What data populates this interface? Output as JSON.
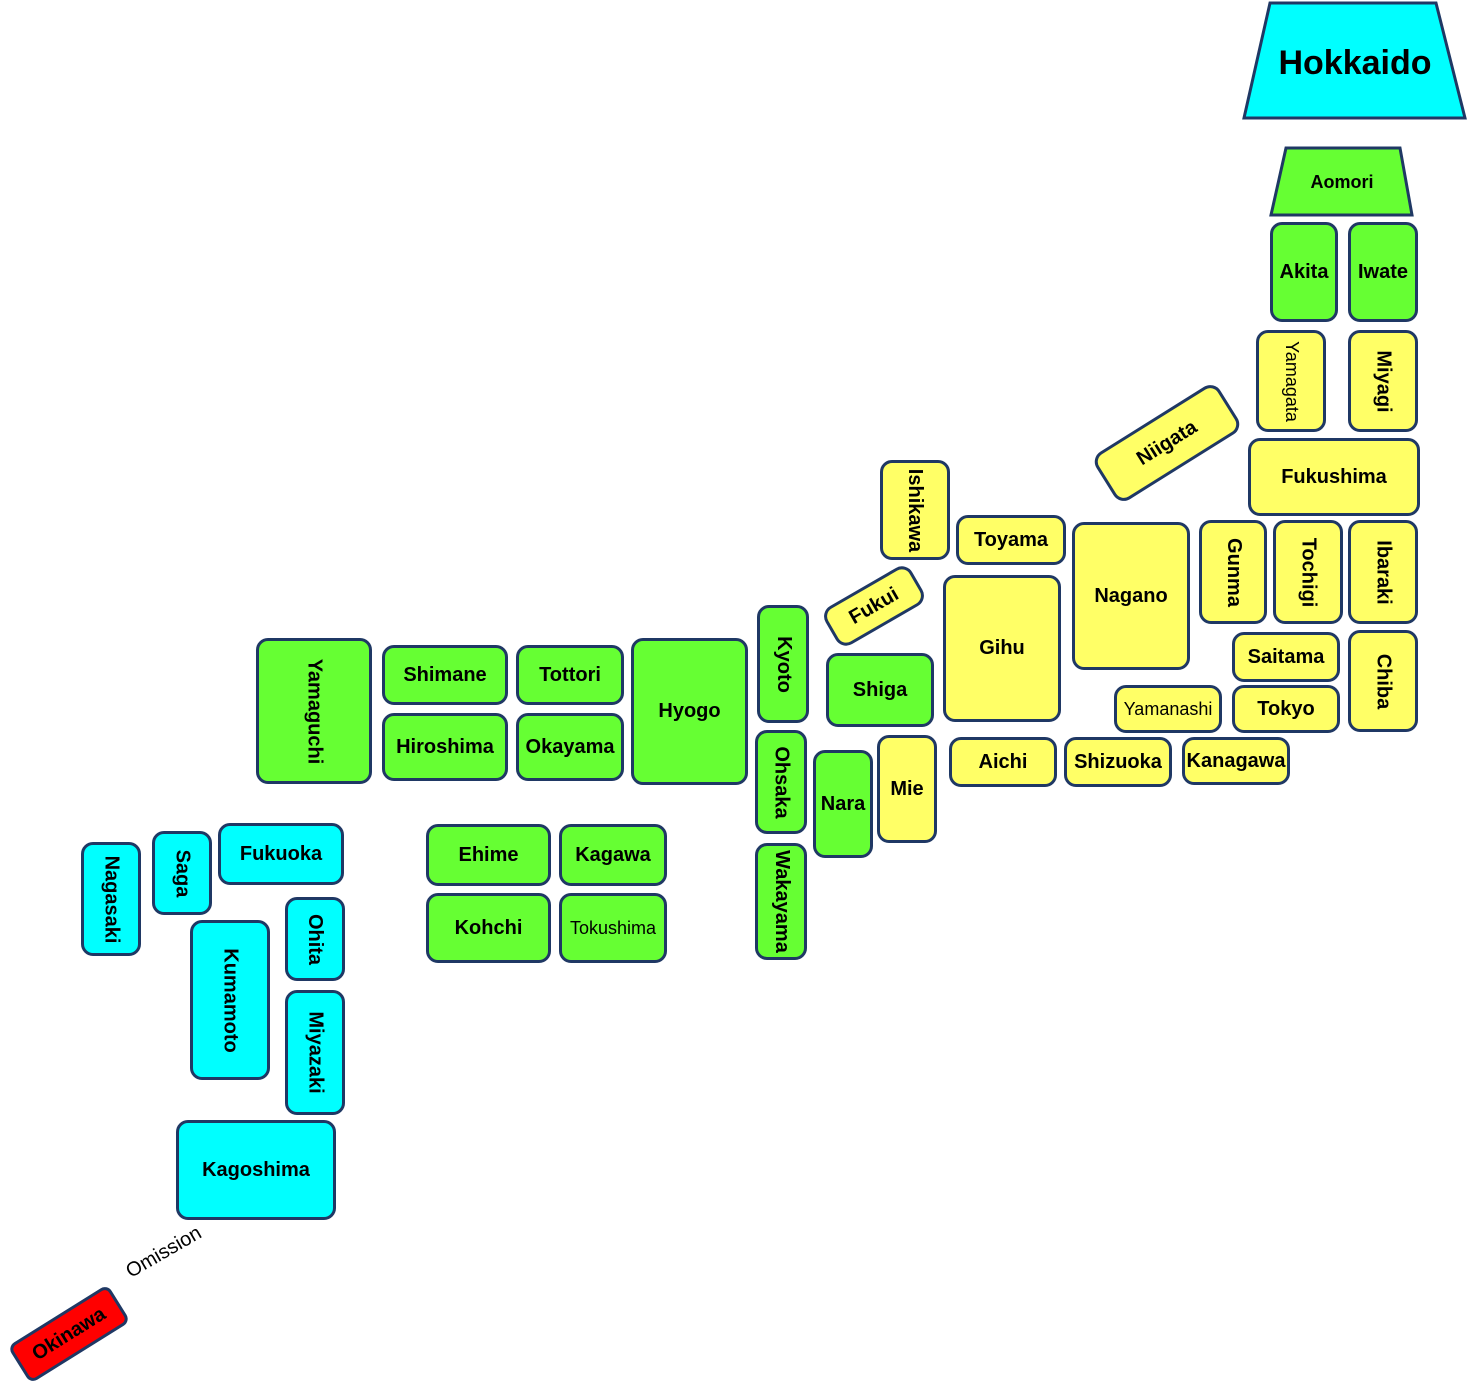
{
  "colors": {
    "hokkaido_kyushu": "#00ffff",
    "western_honshu_shikoku": "#66ff33",
    "eastern_honshu": "#ffff66",
    "okinawa": "#ff0000",
    "border": "#1f3864"
  },
  "regions": {
    "hokkaido": "Hokkaido",
    "aomori": "Aomori"
  },
  "prefectures": {
    "akita": "Akita",
    "iwate": "Iwate",
    "yamagata": "Yamagata",
    "miyagi": "Miyagi",
    "niigata": "Niigata",
    "fukushima": "Fukushima",
    "ishikawa": "Ishikawa",
    "toyama": "Toyama",
    "nagano": "Nagano",
    "gunma": "Gunma",
    "tochigi": "Tochigi",
    "ibaraki": "Ibaraki",
    "fukui": "Fukui",
    "gihu": "Gihu",
    "saitama": "Saitama",
    "chiba": "Chiba",
    "yamanashi": "Yamanashi",
    "tokyo": "Tokyo",
    "aichi": "Aichi",
    "shizuoka": "Shizuoka",
    "kanagawa": "Kanagawa",
    "mie": "Mie",
    "yamaguchi": "Yamaguchi",
    "shimane": "Shimane",
    "tottori": "Tottori",
    "hyogo": "Hyogo",
    "kyoto": "Kyoto",
    "shiga": "Shiga",
    "hiroshima": "Hiroshima",
    "okayama": "Okayama",
    "ohsaka": "Ohsaka",
    "nara": "Nara",
    "wakayama": "Wakayama",
    "ehime": "Ehime",
    "kagawa": "Kagawa",
    "kohchi": "Kohchi",
    "tokushima": "Tokushima",
    "nagasaki": "Nagasaki",
    "saga": "Saga",
    "fukuoka": "Fukuoka",
    "ohita": "Ohita",
    "kumamoto": "Kumamoto",
    "miyazaki": "Miyazaki",
    "kagoshima": "Kagoshima",
    "okinawa": "Okinawa"
  },
  "omission_label": "Omission"
}
